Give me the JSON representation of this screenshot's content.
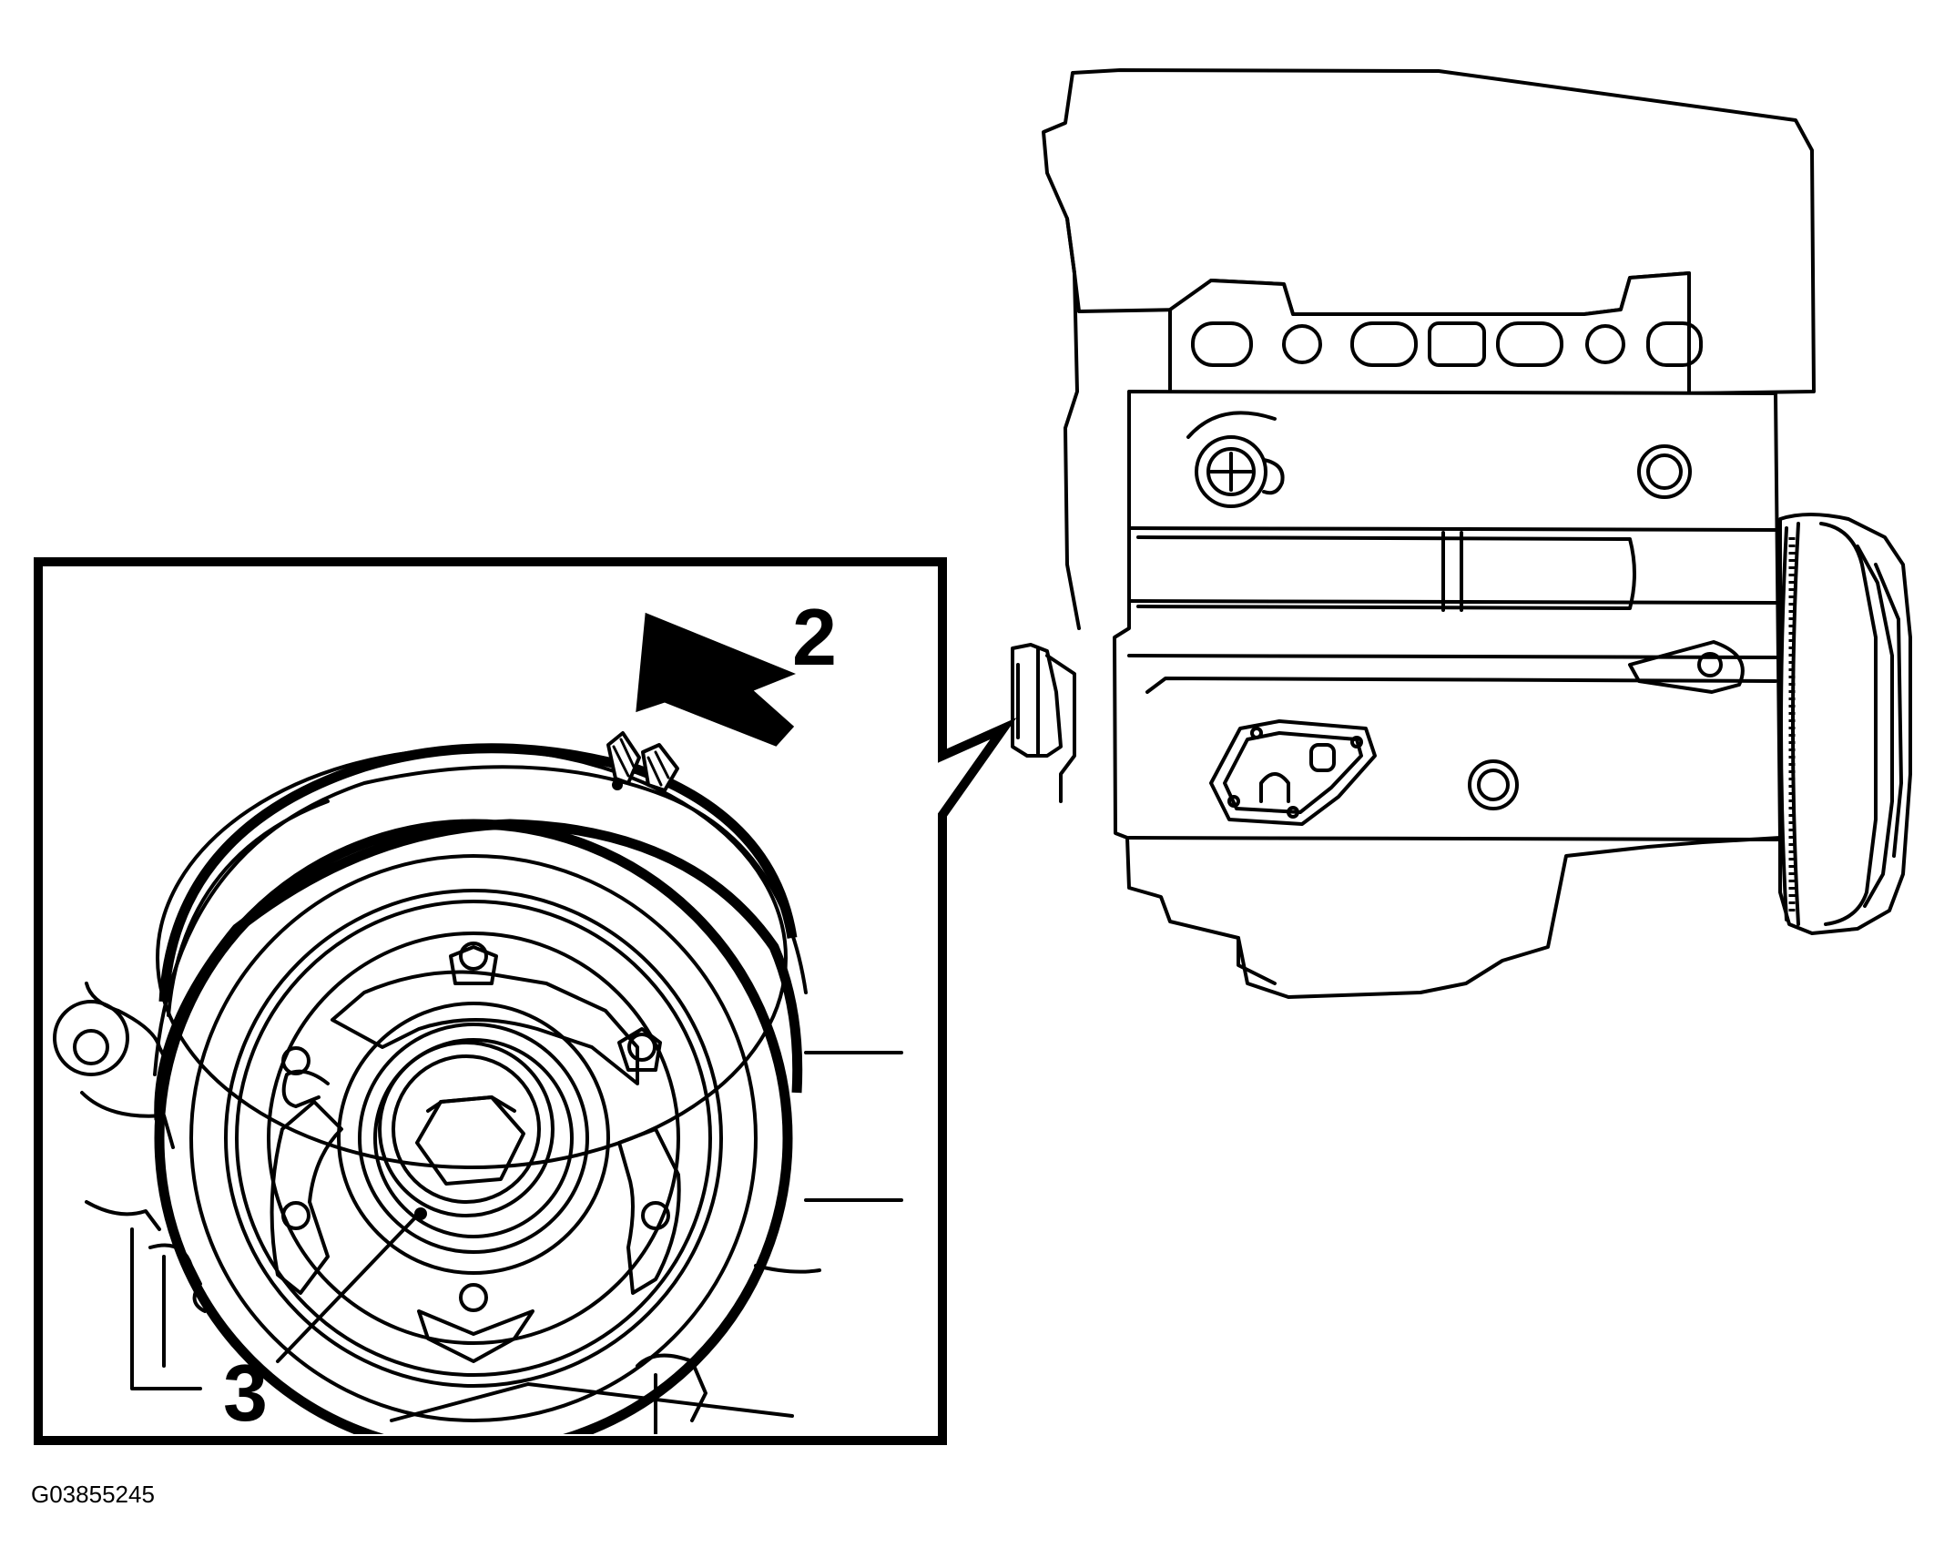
{
  "figure_id": "G03855245",
  "callouts": {
    "arrow_label": "2",
    "bolt_label": "3"
  },
  "colors": {
    "line": "#000000",
    "background": "#ffffff"
  }
}
